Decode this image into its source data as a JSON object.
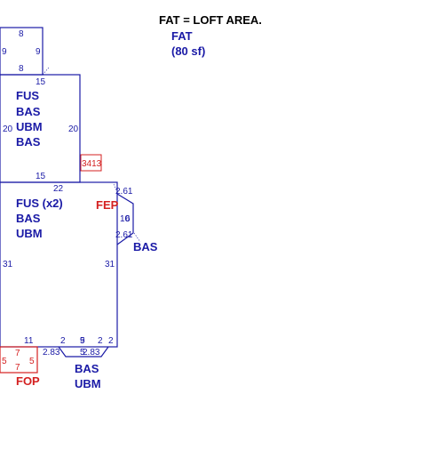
{
  "note": {
    "title": "FAT = LOFT AREA.",
    "code": "FAT",
    "area": "(80 sf)"
  },
  "colors": {
    "outline": "#1a1aa6",
    "red": "#d42020",
    "text": "#000000"
  },
  "top_box": {
    "top": "8",
    "left": "9",
    "right": "9",
    "bottom": "8"
  },
  "mid_box": {
    "top": "15",
    "left": "20",
    "right": "20",
    "bottom": "15",
    "labels": [
      "FUS",
      "BAS",
      "UBM",
      "BAS"
    ],
    "tag": "3413"
  },
  "main_box": {
    "top": "22",
    "left": "31",
    "right": "31",
    "bottom_a": "11",
    "bottom_b": "2",
    "bottom_c": "5",
    "bottom_d": "9",
    "bottom_e": "2",
    "bottom_f": "2",
    "labels": [
      "FUS (x2)",
      "BAS",
      "UBM"
    ]
  },
  "bay": {
    "diag_top": "2.61",
    "front": "10",
    "side": "6",
    "diag_bottom": "2.61",
    "fep_label": "FEP",
    "label": "BAS"
  },
  "bottom_bay": {
    "left_diag": "2.83",
    "front": "5",
    "right_diag": "2.83",
    "labels": [
      "BAS",
      "UBM"
    ]
  },
  "porch": {
    "top": "7",
    "left": "5",
    "right": "5",
    "bottom": "7",
    "label": "FOP"
  }
}
